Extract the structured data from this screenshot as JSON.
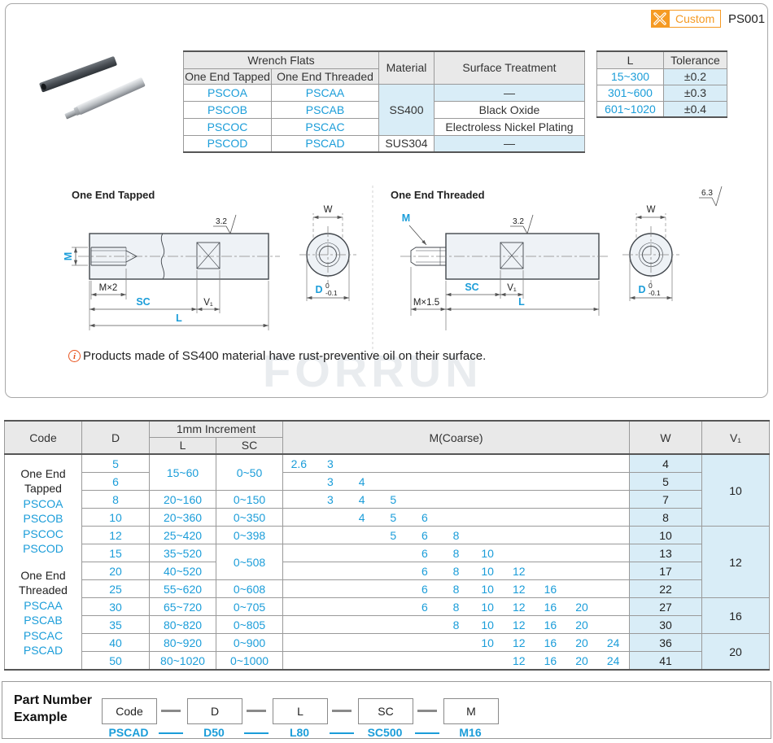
{
  "page": {
    "part_code": "PS001",
    "custom_label": "Custom",
    "watermark": "FORRUN",
    "accent_blue": "#1b9dd9",
    "highlight_blue": "#d9edf7",
    "orange": "#f59a23"
  },
  "info_table": {
    "headers": {
      "wrench_flats": "Wrench Flats",
      "one_end_tapped": "One End Tapped",
      "one_end_threaded": "One End Threaded",
      "material": "Material",
      "surface_treatment": "Surface Treatment"
    },
    "rows": [
      {
        "tapped": "PSCOA",
        "threaded": "PSCAA",
        "material": "SS400",
        "surface": "—"
      },
      {
        "tapped": "PSCOB",
        "threaded": "PSCAB",
        "surface": "Black Oxide"
      },
      {
        "tapped": "PSCOC",
        "threaded": "PSCAC",
        "surface": "Electroless Nickel Plating"
      },
      {
        "tapped": "PSCOD",
        "threaded": "PSCAD",
        "material": "SUS304",
        "surface": "—"
      }
    ]
  },
  "tolerance_table": {
    "headers": {
      "l": "L",
      "tolerance": "Tolerance"
    },
    "rows": [
      {
        "l": "15~300",
        "tol": "±0.2"
      },
      {
        "l": "301~600",
        "tol": "±0.3"
      },
      {
        "l": "601~1020",
        "tol": "±0.4"
      }
    ]
  },
  "drawings": {
    "tapped": {
      "title": "One End Tapped",
      "m": "M",
      "m_depth": "M×2",
      "sc": "SC",
      "v1": "V₁",
      "l": "L",
      "roughness": "3.2"
    },
    "threaded": {
      "title": "One End Threaded",
      "m": "M",
      "m_depth": "M×1.5",
      "sc": "SC",
      "v1": "V₁",
      "l": "L",
      "roughness": "3.2",
      "roughness_general": "6.3"
    },
    "end_view": {
      "w": "W",
      "d": "D",
      "tol_upper": "0",
      "tol_lower": "-0.1"
    }
  },
  "note": {
    "icon": "i",
    "text": "Products made of SS400 material have rust-preventive oil on their surface."
  },
  "main_table": {
    "headers": {
      "code": "Code",
      "d": "D",
      "increment": "1mm Increment",
      "l": "L",
      "sc": "SC",
      "m": "M(Coarse)",
      "w": "W",
      "v1": "V₁"
    },
    "code_column": {
      "tapped_title": "One End Tapped",
      "tapped_codes": [
        "PSCOA",
        "PSCOB",
        "PSCOC",
        "PSCOD"
      ],
      "threaded_title": "One End Threaded",
      "threaded_codes": [
        "PSCAA",
        "PSCAB",
        "PSCAC",
        "PSCAD"
      ]
    },
    "rows": [
      {
        "d": "5",
        "l": "15~60",
        "lspan": 2,
        "sc": "0~50",
        "scspan": 2,
        "m": [
          "2.6",
          "3",
          "",
          "",
          "",
          "",
          "",
          "",
          "",
          "",
          ""
        ],
        "w": "4",
        "v1": "10",
        "v1span": 4
      },
      {
        "d": "6",
        "m": [
          "",
          "3",
          "4",
          "",
          "",
          "",
          "",
          "",
          "",
          "",
          ""
        ],
        "w": "5"
      },
      {
        "d": "8",
        "l": "20~160",
        "sc": "0~150",
        "m": [
          "",
          "3",
          "4",
          "5",
          "",
          "",
          "",
          "",
          "",
          "",
          ""
        ],
        "w": "7"
      },
      {
        "d": "10",
        "l": "20~360",
        "sc": "0~350",
        "m": [
          "",
          "",
          "4",
          "5",
          "6",
          "",
          "",
          "",
          "",
          "",
          ""
        ],
        "w": "8"
      },
      {
        "d": "12",
        "l": "25~420",
        "sc": "0~398",
        "m": [
          "",
          "",
          "",
          "5",
          "6",
          "8",
          "",
          "",
          "",
          "",
          ""
        ],
        "w": "10",
        "v1": "12",
        "v1span": 4
      },
      {
        "d": "15",
        "l": "35~520",
        "sc": "0~508",
        "scspan": 2,
        "m": [
          "",
          "",
          "",
          "",
          "6",
          "8",
          "10",
          "",
          "",
          "",
          ""
        ],
        "w": "13"
      },
      {
        "d": "20",
        "l": "40~520",
        "m": [
          "",
          "",
          "",
          "",
          "6",
          "8",
          "10",
          "12",
          "",
          "",
          ""
        ],
        "w": "17"
      },
      {
        "d": "25",
        "l": "55~620",
        "sc": "0~608",
        "m": [
          "",
          "",
          "",
          "",
          "6",
          "8",
          "10",
          "12",
          "16",
          "",
          ""
        ],
        "w": "22"
      },
      {
        "d": "30",
        "l": "65~720",
        "sc": "0~705",
        "m": [
          "",
          "",
          "",
          "",
          "6",
          "8",
          "10",
          "12",
          "16",
          "20",
          ""
        ],
        "w": "27",
        "v1": "16",
        "v1span": 2
      },
      {
        "d": "35",
        "l": "80~820",
        "sc": "0~805",
        "m": [
          "",
          "",
          "",
          "",
          "",
          "8",
          "10",
          "12",
          "16",
          "20",
          ""
        ],
        "w": "30"
      },
      {
        "d": "40",
        "l": "80~920",
        "sc": "0~900",
        "m": [
          "",
          "",
          "",
          "",
          "",
          "",
          "10",
          "12",
          "16",
          "20",
          "24"
        ],
        "w": "36",
        "v1": "20",
        "v1span": 2
      },
      {
        "d": "50",
        "l": "80~1020",
        "sc": "0~1000",
        "m": [
          "",
          "",
          "",
          "",
          "",
          "",
          "",
          "12",
          "16",
          "20",
          "24"
        ],
        "w": "41"
      }
    ]
  },
  "part_number": {
    "title": "Part Number Example",
    "fields": [
      "Code",
      "D",
      "L",
      "SC",
      "M"
    ],
    "values": [
      "PSCAD",
      "D50",
      "L80",
      "SC500",
      "M16"
    ]
  }
}
